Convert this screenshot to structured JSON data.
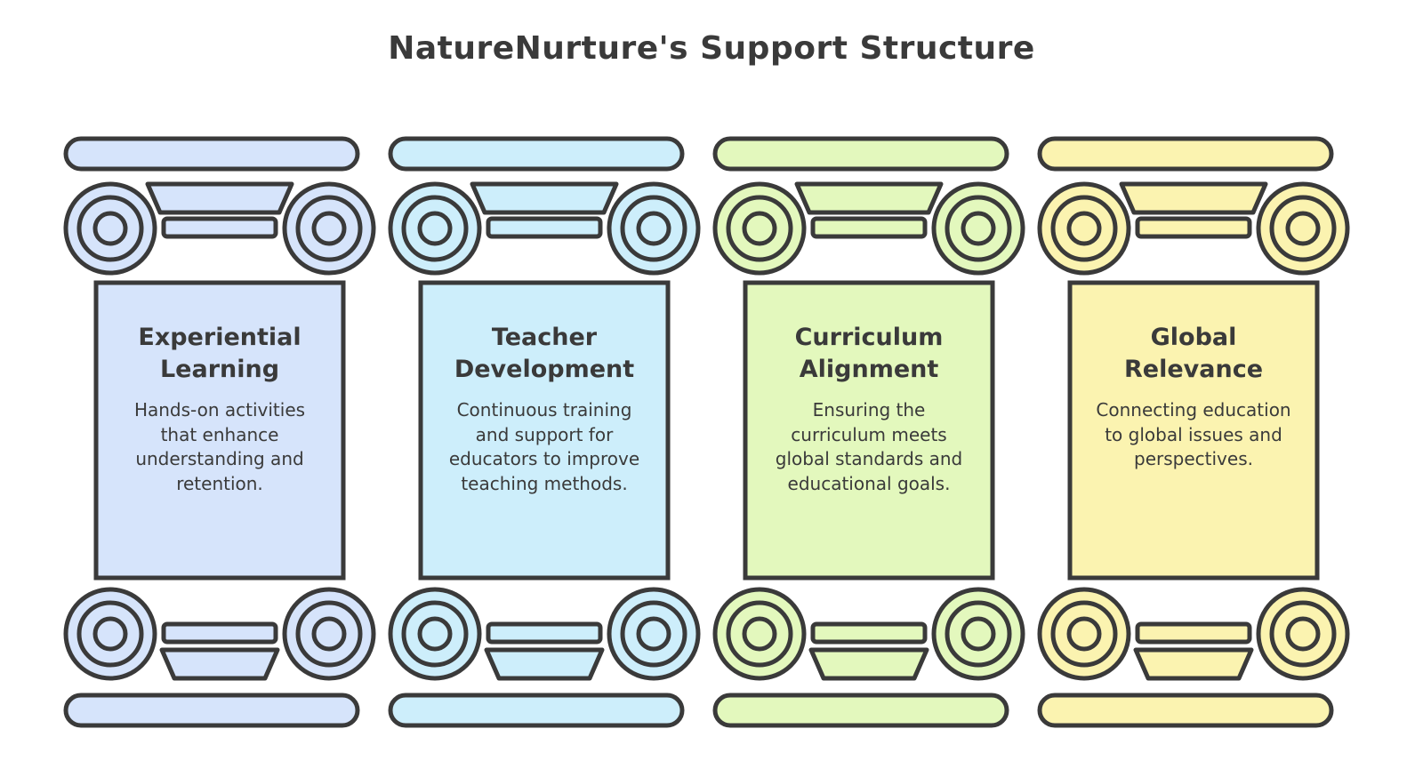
{
  "title": "NatureNurture's Support Structure",
  "pillars": [
    {
      "heading": "Experiential\nLearning",
      "description": "Hands-on activities that enhance understanding and retention.",
      "color": "#d6e4fb"
    },
    {
      "heading": "Teacher\nDevelopment",
      "description": "Continuous training and support for educators to improve teaching methods.",
      "color": "#cdeefb"
    },
    {
      "heading": "Curriculum\nAlignment",
      "description": "Ensuring the curriculum meets global standards and educational goals.",
      "color": "#e3f8bd"
    },
    {
      "heading": "Global\nRelevance",
      "description": "Connecting education to global issues and perspectives.",
      "color": "#fbf3b0"
    }
  ],
  "stroke_color": "#3a3a3a"
}
